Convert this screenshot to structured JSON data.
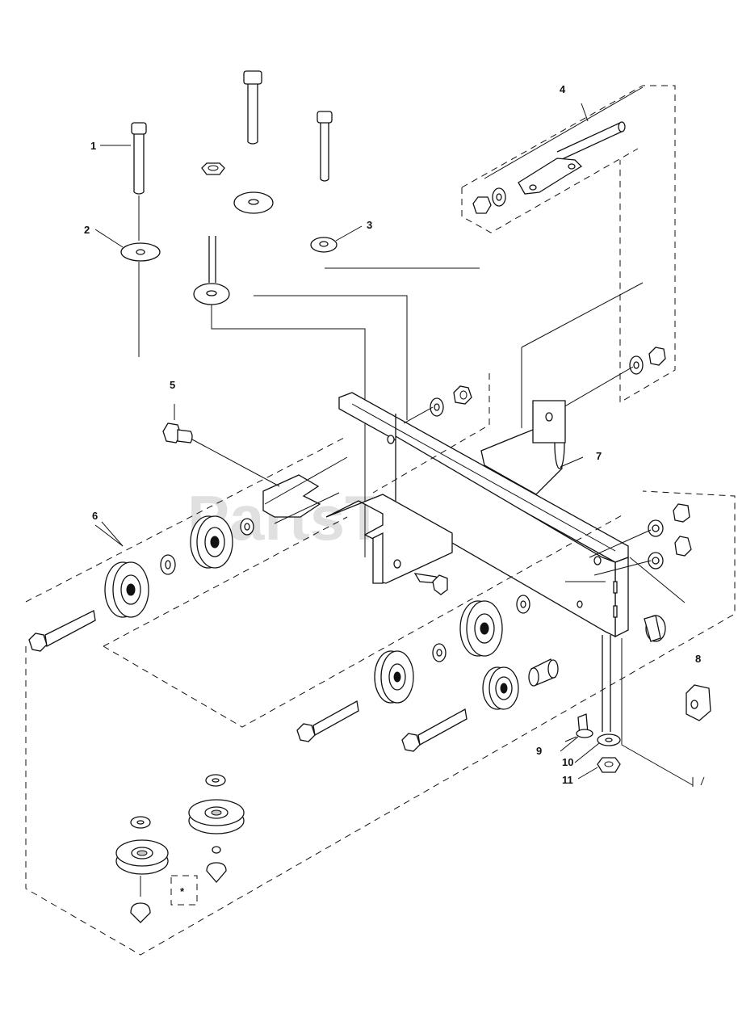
{
  "diagram": {
    "watermark": "PartsTree",
    "callouts": [
      {
        "id": "c1",
        "label": "1"
      },
      {
        "id": "c2",
        "label": "2"
      },
      {
        "id": "c3",
        "label": "3"
      },
      {
        "id": "c4",
        "label": "4"
      },
      {
        "id": "c5",
        "label": "5"
      },
      {
        "id": "c6",
        "label": "6"
      },
      {
        "id": "c7",
        "label": "7"
      },
      {
        "id": "c8",
        "label": "8"
      },
      {
        "id": "c9",
        "label": "9"
      },
      {
        "id": "c10",
        "label": "10"
      },
      {
        "id": "c11",
        "label": "11"
      },
      {
        "id": "cstar",
        "label": "*"
      }
    ]
  }
}
